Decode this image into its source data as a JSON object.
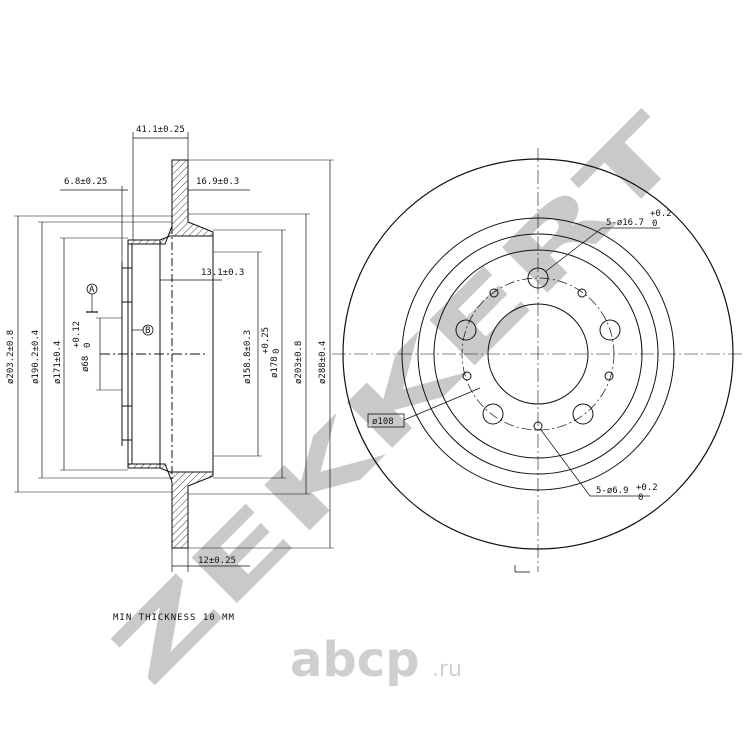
{
  "watermark": {
    "brand": "ZEKKERT",
    "logo_text": "abcp",
    "logo_suffix": ".ru"
  },
  "side_view": {
    "dim_overall_height": "41.1±0.25",
    "dim_hat_offset": "6.8±0.25",
    "dim_hat_depth": "16.9±0.3",
    "dim_hat_wall": "13.1±0.3",
    "dim_disc_thickness": "12±0.25",
    "dia_203_2": "ø203.2±0.8",
    "dia_190_2": "ø190.2±0.4",
    "dia_171": "ø171±0.4",
    "dia_68": "ø68",
    "dia_68_tol": "+0.12",
    "dia_68_tol_low": "0",
    "dia_158_8": "ø158.8±0.3",
    "dia_178": "ø178",
    "dia_178_tol": "+0.25",
    "dia_178_tol_low": "0",
    "dia_203": "ø203±0.8",
    "dia_288": "ø288±0.4",
    "marker_a": "A",
    "marker_b": "B",
    "min_thickness_note": "MIN THICKNESS 10 MM"
  },
  "front_view": {
    "holes_large": "5-ø16.7",
    "holes_large_tol": "+0.2",
    "holes_large_tol_low": "0",
    "holes_small": "5-ø6.9",
    "holes_small_tol": "+0.2",
    "holes_small_tol_low": "0",
    "pcd": "ø108"
  }
}
